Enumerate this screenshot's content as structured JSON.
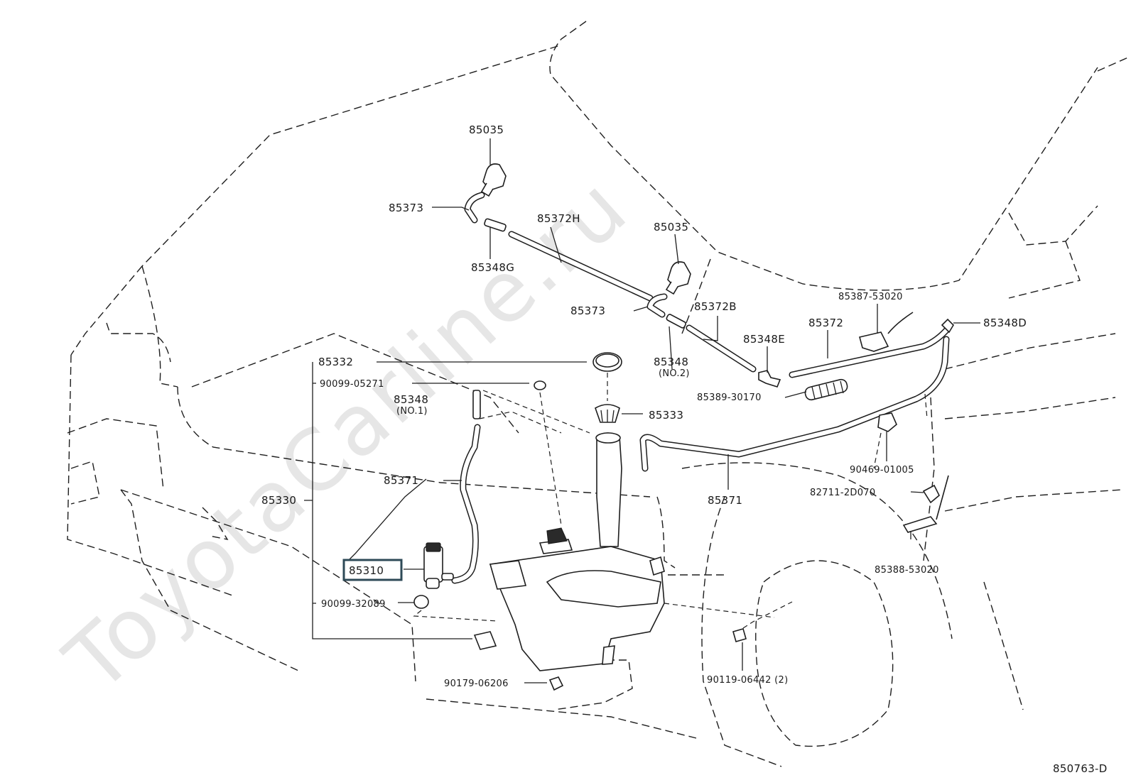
{
  "diagram_code": "850763-D",
  "watermark": "ToyotaCarline.ru",
  "parts": {
    "nozzle_left": "85035",
    "nozzle_right": "85035",
    "hose_85373_upper": "85373",
    "hose_85373_lower": "85373",
    "hose_85372h": "85372H",
    "hose_85372b": "85372B",
    "hose_85372": "85372",
    "joint_85348g": "85348G",
    "joint_85348e": "85348E",
    "joint_85348d": "85348D",
    "joint_85348_no2_num": "85348",
    "joint_85348_no2_suffix": "(NO.2)",
    "joint_85348_no1_num": "85348",
    "joint_85348_no1_suffix": "(NO.1)",
    "cap_85332": "85332",
    "strainer_85333": "85333",
    "grommet_90099_05271": "90099-05271",
    "hose_85371_left": "85371",
    "hose_85371_right": "85371",
    "tank_assy_85330": "85330",
    "pump_85310": "85310",
    "grommet_90099_32089": "90099-32089",
    "nut_90179_06206": "90179-06206",
    "bolt_90119_06442": "90119-06442 (2)",
    "clip_90469_01005": "90469-01005",
    "clip_82711_2d070": "82711-2D070",
    "clamp_85387_53020": "85387-53020",
    "clamp_85388_53020": "85388-53020",
    "protector_85389_30170": "85389-30170"
  },
  "highlighted_part": "85310",
  "colors": {
    "ink": "#1e1e1e",
    "highlight_box": "#2e4a57",
    "watermark": "#e6e6e6"
  }
}
